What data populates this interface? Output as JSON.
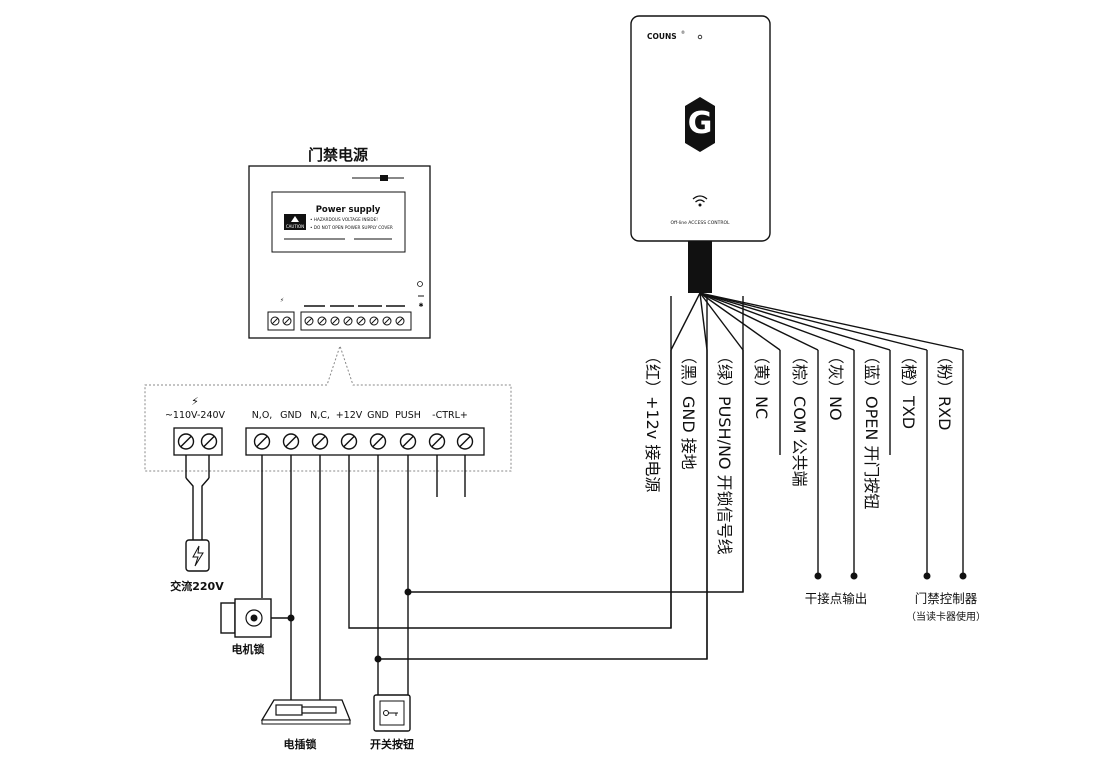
{
  "power_supply": {
    "title": "门禁电源",
    "label_title": "Power supply",
    "caution": "CAUTION",
    "warning_1": "• HAZARDOUS VOLTAGE INSIDE!",
    "warning_2": "• DO NOT OPEN POWER SUPPLY COVER"
  },
  "terminals": {
    "ac_label": "~110V-240V",
    "labels": [
      "N,O,",
      "GND",
      "N,C,",
      "+12V",
      "GND",
      "PUSH",
      "-CTRL+"
    ]
  },
  "reader": {
    "brand": "COUNS",
    "brand_mark": "®",
    "logo_letter": "G",
    "model": "Off-line ACCESS CONTROL"
  },
  "wires": [
    {
      "color": "（红）",
      "function": "+12v 接电源"
    },
    {
      "color": "（黑）",
      "function": "GND 接地"
    },
    {
      "color": "（绿）",
      "function": "PUSH/NO 开锁信号线"
    },
    {
      "color": "（黄）",
      "function": "NC"
    },
    {
      "color": "（棕）",
      "function": "COM 公共端"
    },
    {
      "color": "（灰）",
      "function": "NO"
    },
    {
      "color": "（蓝）",
      "function": "OPEN 开门按钮"
    },
    {
      "color": "（橙）",
      "function": "TXD"
    },
    {
      "color": "（粉）",
      "function": "RXD"
    }
  ],
  "components": {
    "ac_plug": "交流220V",
    "electric_lock": "电机锁",
    "bolt_lock": "电插锁",
    "exit_button": "开关按钮"
  },
  "outputs": {
    "dry_contact": "干接点输出",
    "controller": "门禁控制器",
    "controller_note": "（当读卡器使用）"
  },
  "icons": [
    "lightning-icon",
    "wifi-icon",
    "key-icon",
    "power-plug-icon",
    "screw-terminal-icon"
  ]
}
